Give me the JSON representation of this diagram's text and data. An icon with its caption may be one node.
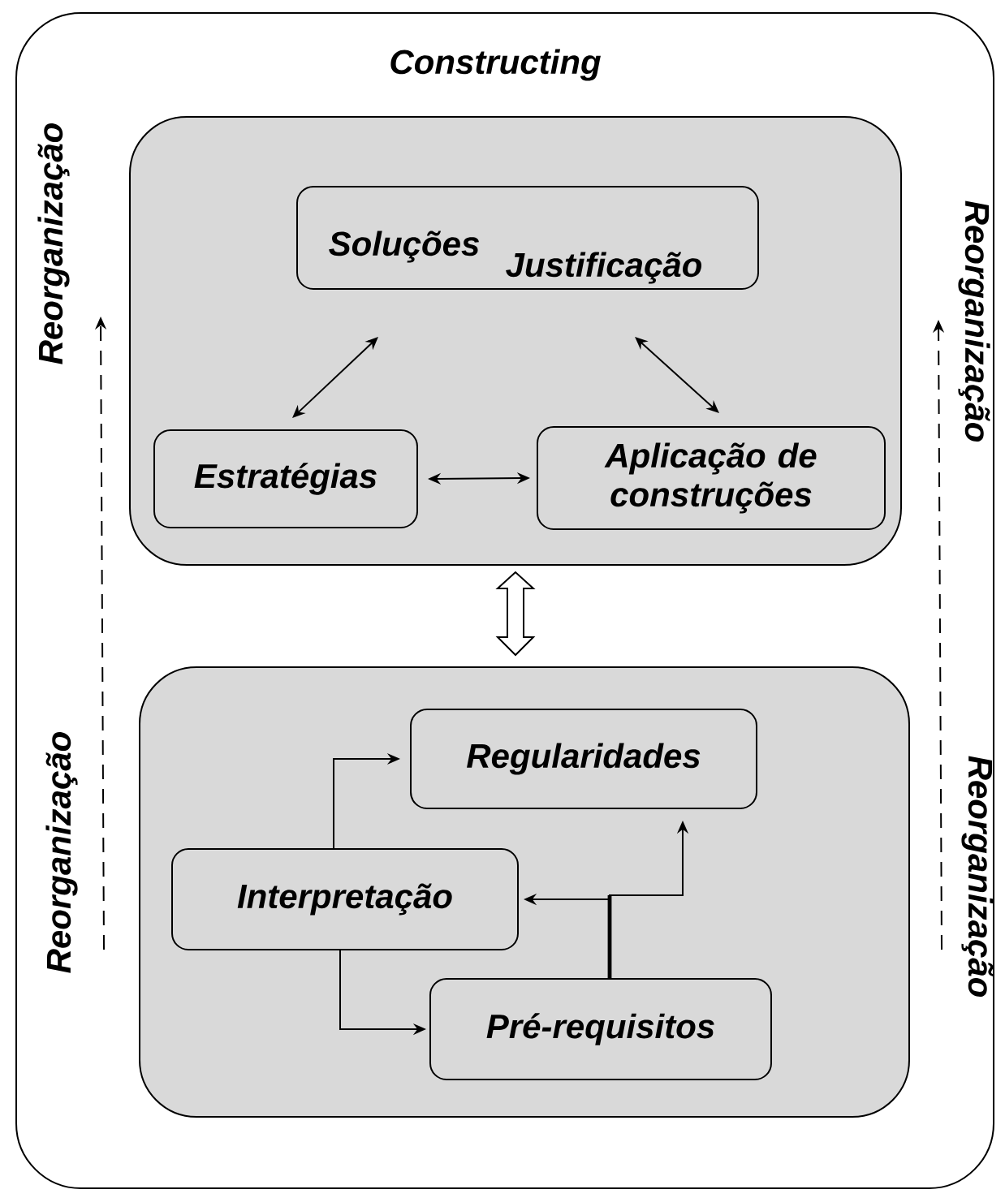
{
  "diagram": {
    "nodes": [
      {
        "text": [
          "Constructing"
        ]
      },
      {
        "text": [],
        "shape": "box",
        "in": 0
      },
      {
        "text": [
          "Soluções",
          "Justificação"
        ],
        "in": 1
      },
      {
        "text": [
          "Estratégias"
        ],
        "in": 1
      },
      {
        "text": [
          "Aplicação de construções"
        ],
        "in": 1
      },
      {
        "text": [],
        "shape": "box",
        "in": 0
      },
      {
        "text": [
          "Regularidades"
        ],
        "in": 5
      },
      {
        "text": [
          "Interpretação"
        ],
        "in": 5
      },
      {
        "text": [
          "Pré-requisitos"
        ],
        "in": 5
      }
    ],
    "edges": [
      {
        "from": 3,
        "to": 2,
        "arrow": "both"
      },
      {
        "from": 2,
        "to": 4,
        "arrow": "both"
      },
      {
        "from": 3,
        "to": 4,
        "arrow": "both"
      },
      {
        "from": 1,
        "to": 5,
        "arrow": "both",
        "style": "thick"
      },
      {
        "from": 7,
        "to": 6,
        "arrow": "to"
      },
      {
        "from": 7,
        "to": 8,
        "arrow": "to"
      },
      {
        "from": 8,
        "to": 7,
        "arrow": "to"
      },
      {
        "from": 8,
        "to": 6,
        "arrow": "to"
      }
    ],
    "labels": [
      "Reorganização",
      "Reorganização",
      "Reorganização",
      "Reorganização"
    ]
  }
}
